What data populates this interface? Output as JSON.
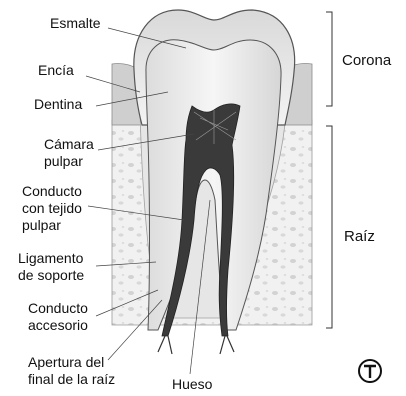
{
  "labels": {
    "esmalte": "Esmalte",
    "encia": "Encía",
    "dentina": "Dentina",
    "camara_pulpar": "Cámara\npulpar",
    "conducto_tejido": "Conducto\ncon tejido\npulpar",
    "ligamento": "Ligamento\nde soporte",
    "conducto_accesorio": "Conducto\naccesorio",
    "apertura": "Apertura del\nfinal de la raíz",
    "hueso": "Hueso",
    "corona": "Corona",
    "raiz": "Raíz"
  },
  "logo": {
    "text": "T"
  }
}
